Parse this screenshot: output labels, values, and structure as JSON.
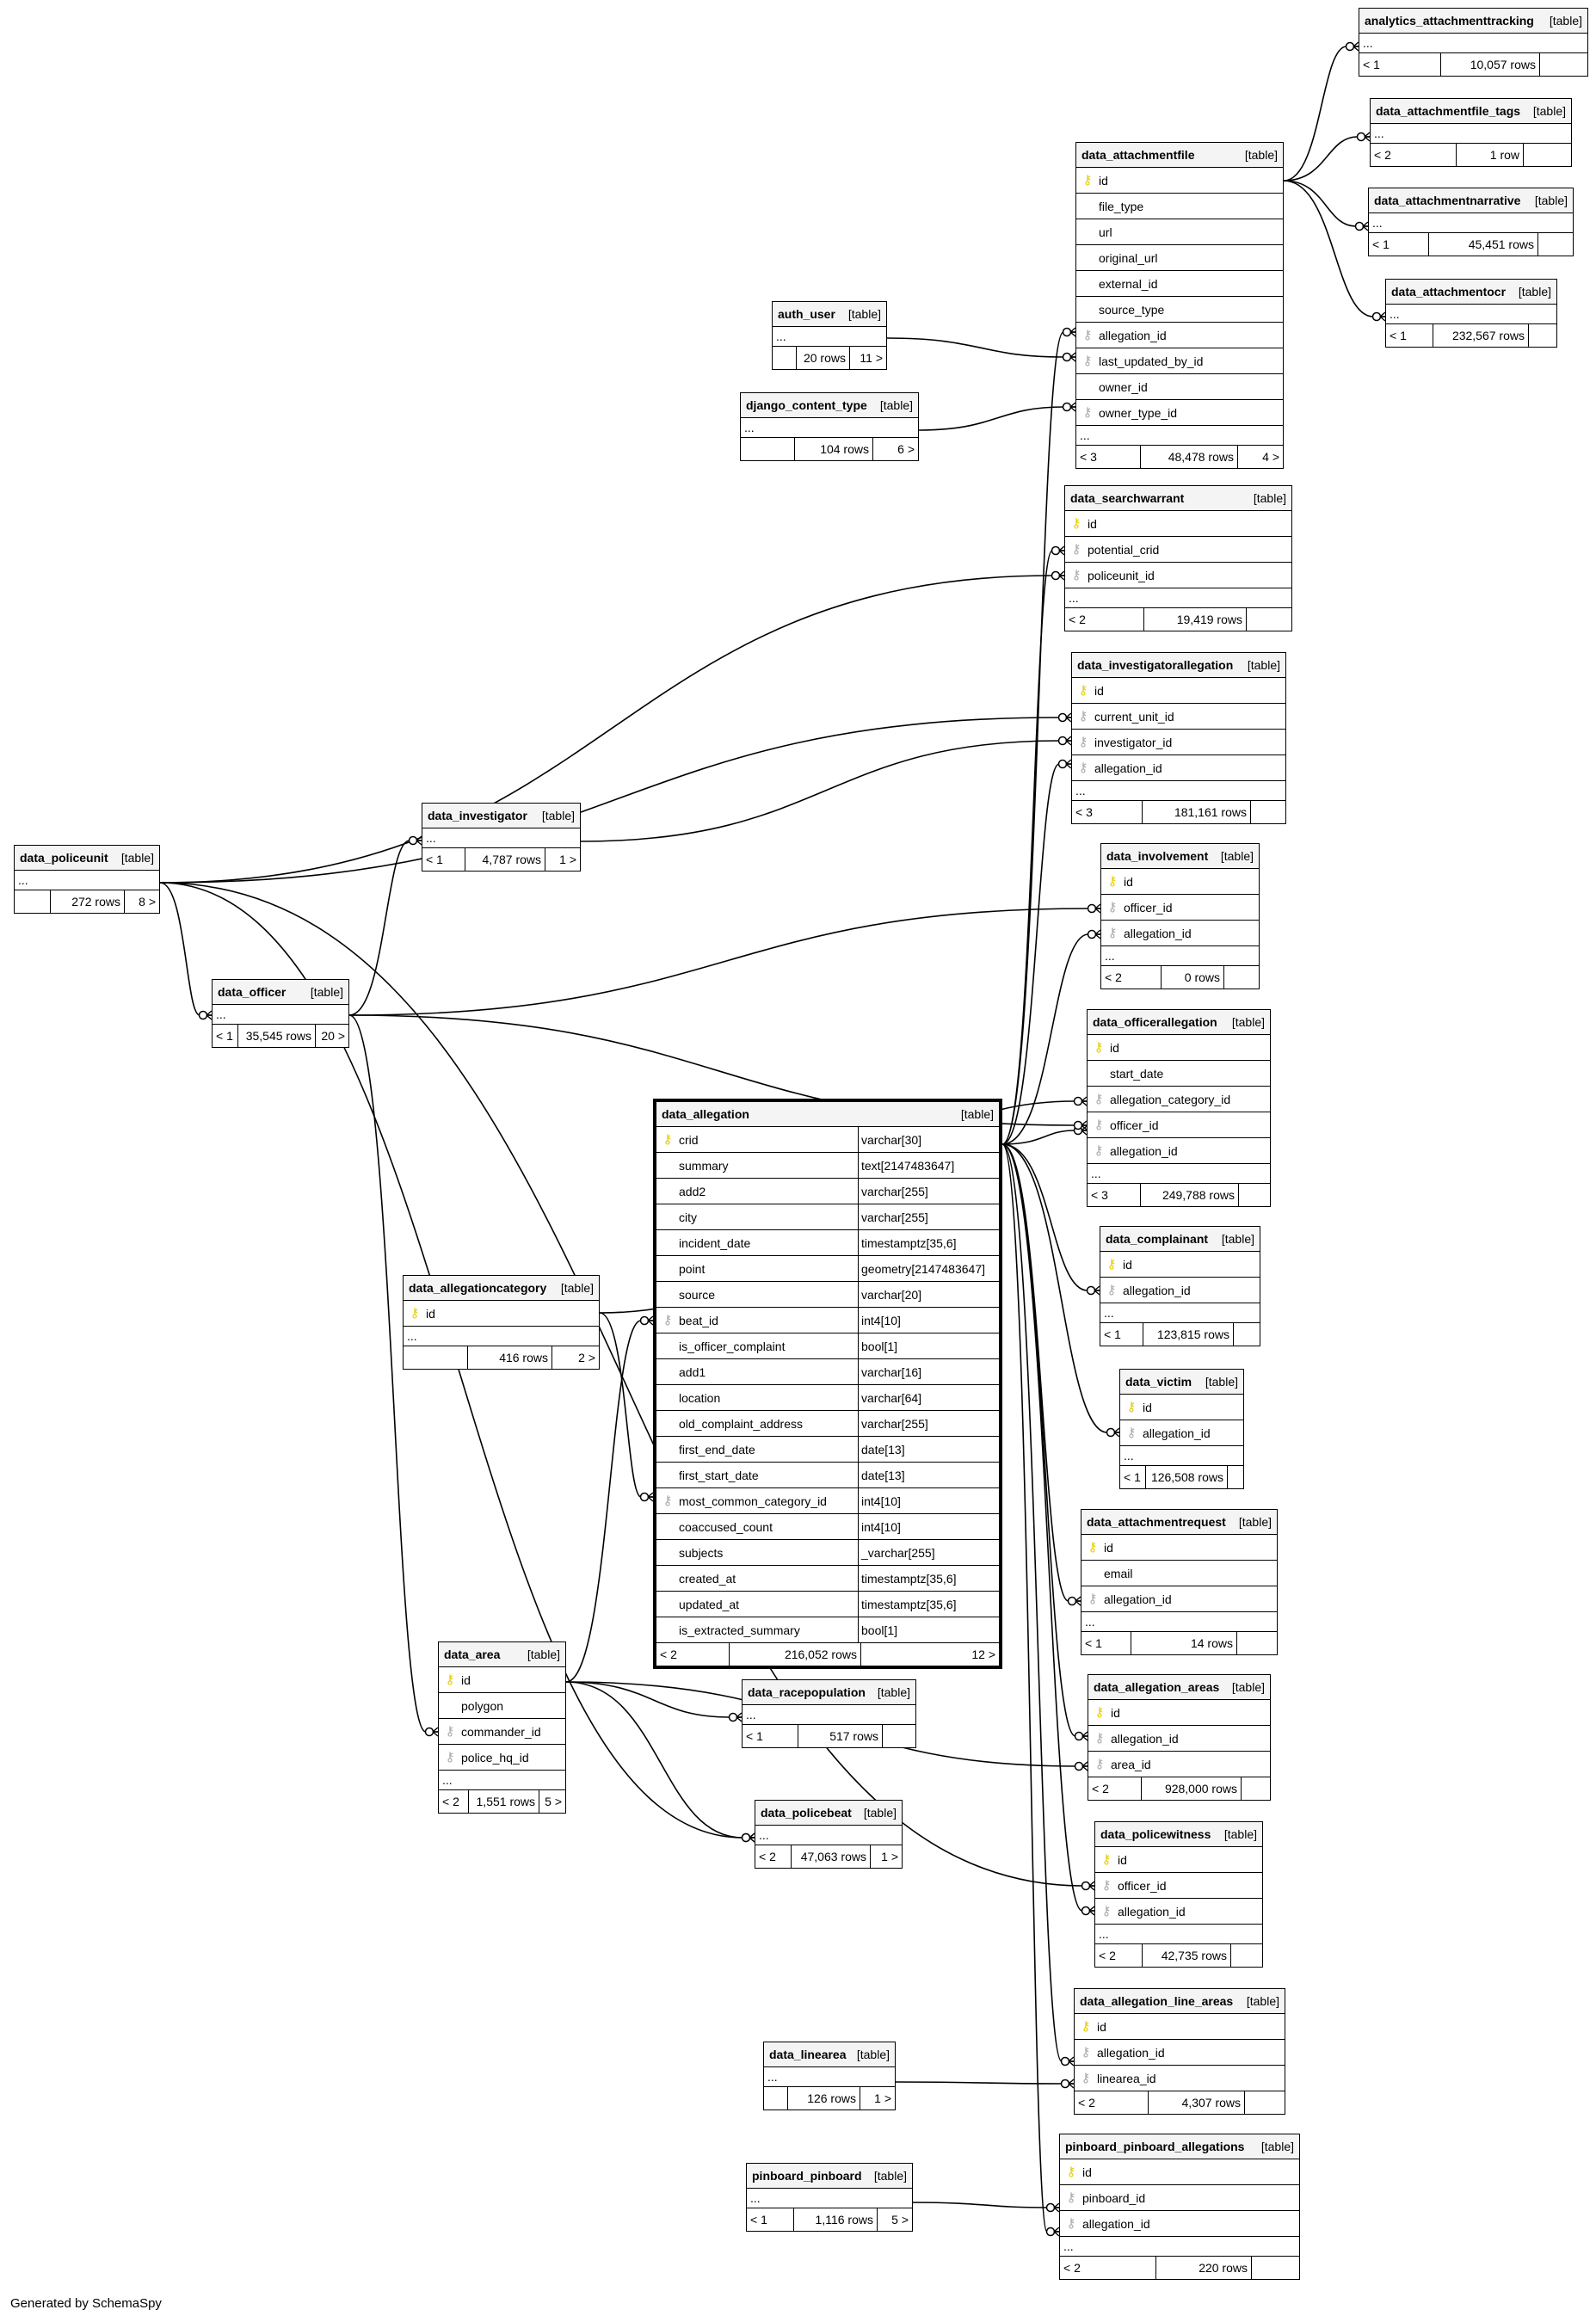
{
  "diagram": {
    "footer_text": "Generated by SchemaSpy",
    "table_kind_label": "[table]",
    "ellipsis": "...",
    "tables": {
      "analytics_attachmenttracking": {
        "name": "analytics_attachmenttracking",
        "foot": [
          "< 1",
          "10,057 rows",
          ""
        ]
      },
      "data_attachmentfile_tags": {
        "name": "data_attachmentfile_tags",
        "foot": [
          "< 2",
          "1 row",
          ""
        ]
      },
      "data_attachmentfile": {
        "name": "data_attachmentfile",
        "columns": [
          "id",
          "file_type",
          "url",
          "original_url",
          "external_id",
          "source_type",
          "allegation_id",
          "last_updated_by_id",
          "owner_id",
          "owner_type_id"
        ],
        "foot": [
          "< 3",
          "48,478 rows",
          "4 >"
        ]
      },
      "data_attachmentnarrative": {
        "name": "data_attachmentnarrative",
        "foot": [
          "< 1",
          "45,451 rows",
          ""
        ]
      },
      "data_attachmentocr": {
        "name": "data_attachmentocr",
        "foot": [
          "< 1",
          "232,567 rows",
          ""
        ]
      },
      "auth_user": {
        "name": "auth_user",
        "foot": [
          "",
          "20 rows",
          "11 >"
        ]
      },
      "django_content_type": {
        "name": "django_content_type",
        "foot": [
          "",
          "104 rows",
          "6 >"
        ]
      },
      "data_searchwarrant": {
        "name": "data_searchwarrant",
        "columns": [
          "id",
          "potential_crid",
          "policeunit_id"
        ],
        "foot": [
          "< 2",
          "19,419 rows",
          ""
        ]
      },
      "data_investigatorallegation": {
        "name": "data_investigatorallegation",
        "columns": [
          "id",
          "current_unit_id",
          "investigator_id",
          "allegation_id"
        ],
        "foot": [
          "< 3",
          "181,161 rows",
          ""
        ]
      },
      "data_involvement": {
        "name": "data_involvement",
        "columns": [
          "id",
          "officer_id",
          "allegation_id"
        ],
        "foot": [
          "< 2",
          "0 rows",
          ""
        ]
      },
      "data_officerallegation": {
        "name": "data_officerallegation",
        "columns": [
          "id",
          "start_date",
          "allegation_category_id",
          "officer_id",
          "allegation_id"
        ],
        "foot": [
          "< 3",
          "249,788 rows",
          ""
        ]
      },
      "data_complainant": {
        "name": "data_complainant",
        "columns": [
          "id",
          "allegation_id"
        ],
        "foot": [
          "< 1",
          "123,815 rows",
          ""
        ]
      },
      "data_victim": {
        "name": "data_victim",
        "columns": [
          "id",
          "allegation_id"
        ],
        "foot": [
          "< 1",
          "126,508 rows",
          ""
        ]
      },
      "data_attachmentrequest": {
        "name": "data_attachmentrequest",
        "columns": [
          "id",
          "email",
          "allegation_id"
        ],
        "foot": [
          "< 1",
          "14 rows",
          ""
        ]
      },
      "data_allegation_areas": {
        "name": "data_allegation_areas",
        "columns": [
          "id",
          "allegation_id",
          "area_id"
        ],
        "foot": [
          "< 2",
          "928,000 rows",
          ""
        ]
      },
      "data_policewitness": {
        "name": "data_policewitness",
        "columns": [
          "id",
          "officer_id",
          "allegation_id"
        ],
        "foot": [
          "< 2",
          "42,735 rows",
          ""
        ]
      },
      "data_allegation_line_areas": {
        "name": "data_allegation_line_areas",
        "columns": [
          "id",
          "allegation_id",
          "linearea_id"
        ],
        "foot": [
          "< 2",
          "4,307 rows",
          ""
        ]
      },
      "pinboard_pinboard_allegations": {
        "name": "pinboard_pinboard_allegations",
        "columns": [
          "id",
          "pinboard_id",
          "allegation_id"
        ],
        "foot": [
          "< 2",
          "220 rows",
          ""
        ]
      },
      "data_policeunit": {
        "name": "data_policeunit",
        "foot": [
          "",
          "272 rows",
          "8 >"
        ]
      },
      "data_investigator": {
        "name": "data_investigator",
        "foot": [
          "< 1",
          "4,787 rows",
          "1 >"
        ]
      },
      "data_officer": {
        "name": "data_officer",
        "foot": [
          "< 1",
          "35,545 rows",
          "20 >"
        ]
      },
      "data_allegationcategory": {
        "name": "data_allegationcategory",
        "columns": [
          "id"
        ],
        "foot": [
          "",
          "416 rows",
          "2 >"
        ]
      },
      "data_area": {
        "name": "data_area",
        "columns": [
          "id",
          "polygon",
          "commander_id",
          "police_hq_id"
        ],
        "foot": [
          "< 2",
          "1,551 rows",
          "5 >"
        ]
      },
      "data_racepopulation": {
        "name": "data_racepopulation",
        "foot": [
          "< 1",
          "517 rows",
          ""
        ]
      },
      "data_policebeat": {
        "name": "data_policebeat",
        "foot": [
          "< 2",
          "47,063 rows",
          "1 >"
        ]
      },
      "data_linearea": {
        "name": "data_linearea",
        "foot": [
          "",
          "126 rows",
          "1 >"
        ]
      },
      "pinboard_pinboard": {
        "name": "pinboard_pinboard",
        "foot": [
          "< 1",
          "1,116 rows",
          "5 >"
        ]
      },
      "data_allegation": {
        "name": "data_allegation",
        "columns": [
          "crid",
          "summary",
          "add2",
          "city",
          "incident_date",
          "point",
          "source",
          "beat_id",
          "is_officer_complaint",
          "add1",
          "location",
          "old_complaint_address",
          "first_end_date",
          "first_start_date",
          "most_common_category_id",
          "coaccused_count",
          "subjects",
          "created_at",
          "updated_at",
          "is_extracted_summary"
        ],
        "types": [
          "varchar[30]",
          "text[2147483647]",
          "varchar[255]",
          "varchar[255]",
          "timestamptz[35,6]",
          "geometry[2147483647]",
          "varchar[20]",
          "int4[10]",
          "bool[1]",
          "varchar[16]",
          "varchar[64]",
          "varchar[255]",
          "date[13]",
          "date[13]",
          "int4[10]",
          "int4[10]",
          "_varchar[255]",
          "timestamptz[35,6]",
          "timestamptz[35,6]",
          "bool[1]"
        ],
        "foot": [
          "< 2",
          "216,052 rows",
          "12 >"
        ]
      }
    }
  }
}
